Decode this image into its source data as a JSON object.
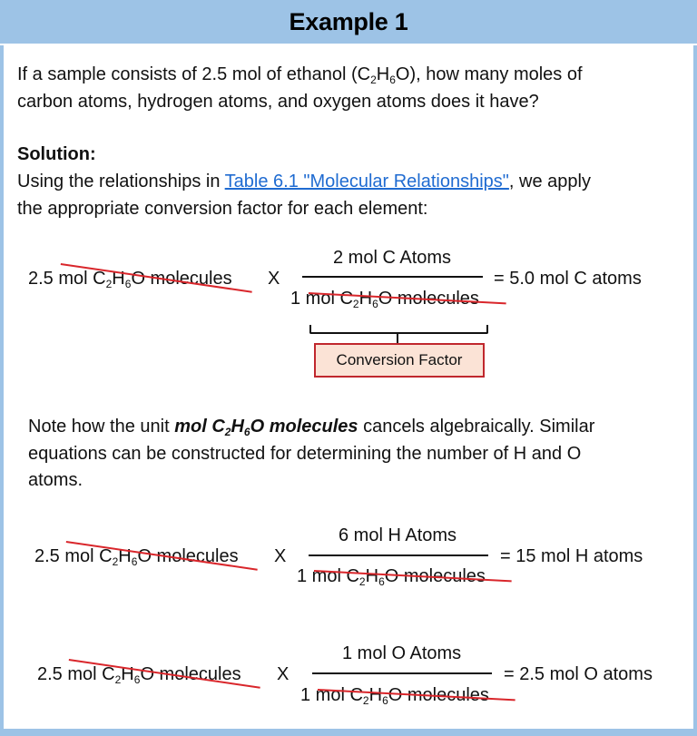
{
  "header": {
    "title": "Example 1"
  },
  "question": {
    "line1_pre": "If a sample consists of 2.5 mol of ethanol (C",
    "sub1": "2",
    "mid1": "H",
    "sub2": "6",
    "line1_post": "O), how many moles of",
    "line2": "carbon atoms, hydrogen atoms, and oxygen atoms does it have?"
  },
  "solution": {
    "label": "Solution:",
    "line1_pre": "Using the relationships in ",
    "link_text": "Table 6.1 \"Molecular Relationships\"",
    "line1_post": ", we apply",
    "line2": "the appropriate conversion factor for each element:"
  },
  "formula": {
    "c": "C",
    "c_sub": "2",
    "h": "H",
    "h_sub": "6",
    "o": "O"
  },
  "equations": [
    {
      "left_pre": "2.5 mol ",
      "left_post": " molecules",
      "times": "X",
      "numerator": "2 mol C Atoms",
      "den_pre": "1 mol ",
      "den_post": " molecules",
      "result": "= 5.0 mol C atoms"
    },
    {
      "left_pre": "2.5 mol ",
      "left_post": " molecules",
      "times": "X",
      "numerator": "6 mol H Atoms",
      "den_pre": "1 mol ",
      "den_post": " molecules",
      "result": "= 15 mol H atoms"
    },
    {
      "left_pre": "2.5 mol ",
      "left_post": " molecules",
      "times": "X",
      "numerator": "1 mol O Atoms",
      "den_pre": "1 mol ",
      "den_post": " molecules",
      "result": "= 2.5 mol O atoms"
    }
  ],
  "conversion_factor_label": "Conversion Factor",
  "note": {
    "pre": "Note how the unit ",
    "bold_pre": "mol C",
    "bold_sub1": "2",
    "bold_mid": "H",
    "bold_sub2": "6",
    "bold_post": "O molecules",
    "post": " cancels algebraically.  Similar",
    "line2": "equations can be constructed for determining the number of H and O",
    "line3": "atoms."
  },
  "colors": {
    "header_bg": "#9dc3e6",
    "link": "#1f6bd1",
    "strike": "#d9262b",
    "cf_box_bg": "#fbe3d6",
    "cf_box_border": "#c0272d"
  }
}
